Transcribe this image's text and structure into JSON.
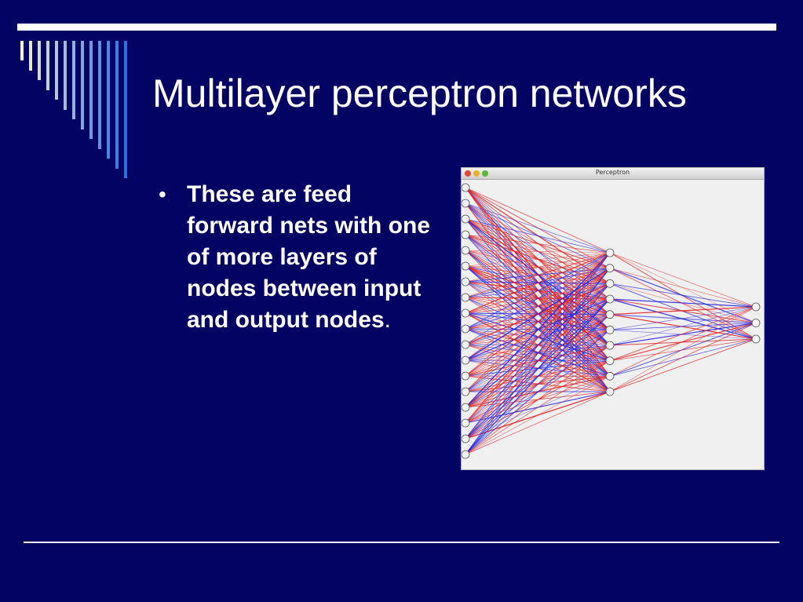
{
  "slide": {
    "title": "Multilayer perceptron networks",
    "bullets": [
      {
        "text": "These are feed forward nets with one of more layers of nodes between input and output nodes",
        "trailing": "."
      }
    ]
  },
  "figure": {
    "window_title": "Perceptron",
    "window_buttons": [
      "close",
      "minimize",
      "zoom"
    ],
    "network": {
      "layers": [
        18,
        10,
        3
      ],
      "node_labels": "unreadable",
      "edge_colors": {
        "positive": "#e02020",
        "negative": "#2020e0"
      }
    }
  },
  "colors": {
    "background": "#030363",
    "text": "#ffffff",
    "stripe_gradient": [
      "#f6f3c8",
      "#2f6fe6"
    ]
  }
}
